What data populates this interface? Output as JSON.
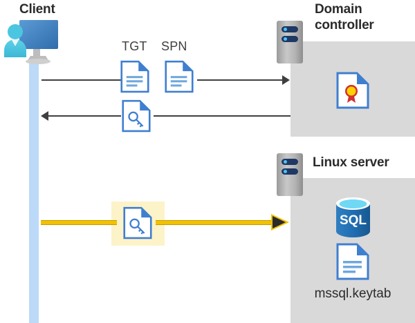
{
  "diagram": {
    "title_client": "Client",
    "title_domain_controller": "Domain\ncontroller",
    "title_linux_server": "Linux server",
    "colors": {
      "lifeline": "#bcd9f7",
      "panel_gray": "#d9d9d9",
      "arrow_black": "#3f3f3f",
      "arrow_yellow": "#f2c200",
      "highlight_yellow": "#fdf3c8",
      "doc_blue": "#3f7fd0",
      "sql_blue": "#1f6cb0",
      "seal_red": "#d0312d",
      "seal_gold": "#ffd100"
    }
  },
  "client": {
    "label": "Client",
    "icon": "workstation-user-icon"
  },
  "domain_controller": {
    "label_line1": "Domain",
    "label_line2": "controller",
    "server_icon": "server-tower-icon",
    "contents": [
      {
        "icon": "certificate-document-icon",
        "label": ""
      }
    ]
  },
  "linux_server": {
    "label": "Linux server",
    "server_icon": "server-tower-icon",
    "contents": [
      {
        "icon": "sql-database-icon",
        "label": "SQL"
      },
      {
        "icon": "keytab-document-icon",
        "label": "mssql.keytab"
      }
    ]
  },
  "messages": [
    {
      "id": "request-tgt-spn",
      "direction": "right",
      "from": "client",
      "to": "domain_controller",
      "color": "#3f3f3f",
      "artifacts": [
        {
          "label": "TGT",
          "icon": "text-document-icon"
        },
        {
          "label": "SPN",
          "icon": "text-document-icon"
        }
      ]
    },
    {
      "id": "response-service-ticket",
      "direction": "left",
      "from": "domain_controller",
      "to": "client",
      "color": "#3f3f3f",
      "artifacts": [
        {
          "label": "",
          "icon": "key-document-icon"
        }
      ]
    },
    {
      "id": "authenticate-to-linux-server",
      "direction": "right",
      "from": "client",
      "to": "linux_server",
      "color": "#f2c200",
      "highlighted": true,
      "artifacts": [
        {
          "label": "",
          "icon": "key-document-icon"
        }
      ]
    }
  ],
  "labels": {
    "tgt": "TGT",
    "spn": "SPN",
    "sql": "SQL",
    "keytab_filename": "mssql.keytab"
  }
}
